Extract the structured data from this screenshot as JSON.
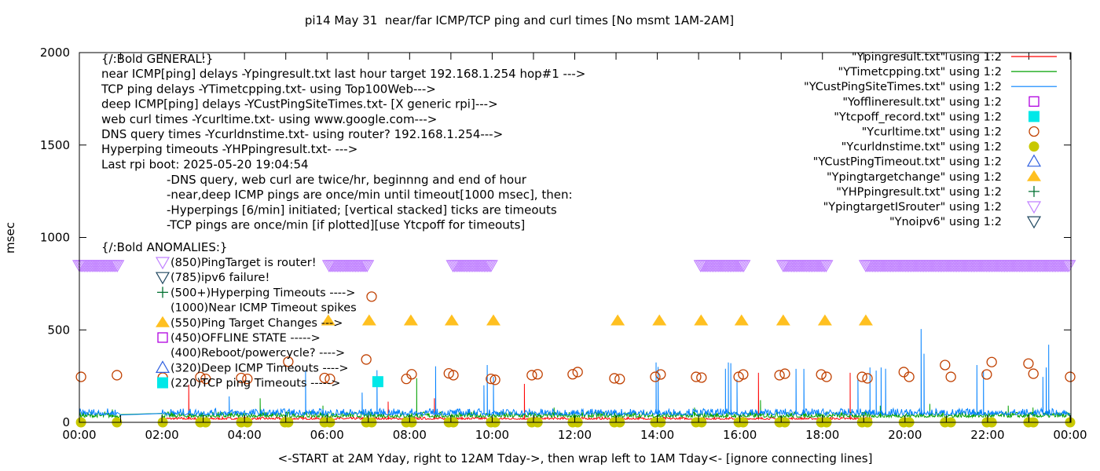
{
  "chart_data": {
    "type": "line",
    "title": "pi14 May 31  near/far ICMP/TCP ping and curl times [No msmt 1AM-2AM]",
    "xlabel": "<-START at 2AM Yday, right to 12AM Tday->, then wrap left to 1AM Tday<- [ignore connecting lines]",
    "ylabel": "msec",
    "xlim": [
      0,
      24
    ],
    "ylim": [
      0,
      2000
    ],
    "grid": false,
    "legend_position": "top-right",
    "x_tick_labels": [
      "00:00",
      "02:00",
      "04:00",
      "06:00",
      "08:00",
      "10:00",
      "12:00",
      "14:00",
      "16:00",
      "18:00",
      "20:00",
      "22:00",
      "00:00"
    ],
    "y_tick_labels": [
      "0",
      "500",
      "1000",
      "1500",
      "2000"
    ],
    "y_ticks": [
      0,
      500,
      1000,
      1500,
      2000
    ],
    "legend": [
      {
        "label": "\"Ypingresult.txt\" using 1:2",
        "kind": "line",
        "color": "#ff0000"
      },
      {
        "label": "\"YTimetcpping.txt\" using 1:2",
        "kind": "line",
        "color": "#00a000"
      },
      {
        "label": "\"YCustPingSiteTimes.txt\" using 1:2",
        "kind": "line",
        "color": "#0080ff"
      },
      {
        "label": "\"Yofflineresult.txt\" using 1:2",
        "kind": "open-square",
        "color": "#b000e0"
      },
      {
        "label": "\"Ytcpoff_record.txt\" using 1:2",
        "kind": "filled-square",
        "color": "#00e8e8"
      },
      {
        "label": "\"Ycurltime.txt\" using 1:2",
        "kind": "open-circle",
        "color": "#c04000"
      },
      {
        "label": "\"Ycurldnstime.txt\" using 1:2",
        "kind": "filled-circle",
        "color": "#c8c800"
      },
      {
        "label": "\"YCustPingTimeout.txt\" using 1:2",
        "kind": "open-triangle-up",
        "color": "#3060e0"
      },
      {
        "label": "\"Ypingtargetchange\" using 1:2",
        "kind": "filled-triangle-up",
        "color": "#ffc020"
      },
      {
        "label": "\"YHPpingresult.txt\" using 1:2",
        "kind": "plus",
        "color": "#007030"
      },
      {
        "label": "\"YpingtargetISrouter\" using 1:2",
        "kind": "open-triangle-down",
        "color": "#c080ff"
      },
      {
        "label": "\"Ynoipv6\" using 1:2",
        "kind": "open-triangle-down",
        "color": "#204860"
      }
    ],
    "series": [
      {
        "name": "Ypingresult.txt",
        "color": "#ff0000",
        "baseline": 18,
        "noise": 12,
        "range": [
          2,
          19.2
        ],
        "spikes": [
          [
            2.65,
            204
          ],
          [
            7.48,
            112
          ],
          [
            8.6,
            130
          ],
          [
            10.78,
            208
          ],
          [
            16.45,
            268
          ],
          [
            18.67,
            268
          ]
        ]
      },
      {
        "name": "YTimetcpping.txt",
        "color": "#00a000",
        "baseline": 32,
        "noise": 30,
        "range": [
          0,
          24
        ],
        "spikes": [
          [
            0.8,
            70
          ],
          [
            4.38,
            130
          ],
          [
            5.9,
            90
          ],
          [
            8.17,
            239
          ],
          [
            11.5,
            80
          ],
          [
            14.9,
            80
          ],
          [
            16.5,
            120
          ],
          [
            19.4,
            90
          ],
          [
            20.6,
            100
          ],
          [
            22.5,
            90
          ],
          [
            23.1,
            80
          ]
        ]
      },
      {
        "name": "YCustPingSiteTimes.txt",
        "color": "#0080ff",
        "baseline": 45,
        "noise": 35,
        "range": [
          0,
          24
        ],
        "spikes": [
          [
            3.63,
            140
          ],
          [
            5.48,
            282
          ],
          [
            6.85,
            161
          ],
          [
            7.21,
            282
          ],
          [
            8.63,
            303
          ],
          [
            9.8,
            200
          ],
          [
            9.88,
            310
          ],
          [
            10.03,
            246
          ],
          [
            13.97,
            324
          ],
          [
            14.02,
            300
          ],
          [
            15.65,
            290
          ],
          [
            15.72,
            324
          ],
          [
            15.78,
            320
          ],
          [
            15.93,
            233
          ],
          [
            17.36,
            289
          ],
          [
            17.55,
            289
          ],
          [
            18.86,
            239
          ],
          [
            19.15,
            297
          ],
          [
            19.3,
            280
          ],
          [
            19.42,
            297
          ],
          [
            19.53,
            290
          ],
          [
            20.39,
            505
          ],
          [
            20.46,
            371
          ],
          [
            21.74,
            310
          ],
          [
            21.9,
            276
          ],
          [
            23.34,
            246
          ],
          [
            23.42,
            297
          ],
          [
            23.48,
            420
          ]
        ]
      }
    ],
    "markers": {
      "Ycurltime": [
        [
          0.04,
          246
        ],
        [
          0.91,
          255
        ],
        [
          2.02,
          242
        ],
        [
          2.93,
          245
        ],
        [
          3.06,
          235
        ],
        [
          3.92,
          240
        ],
        [
          4.07,
          235
        ],
        [
          5.06,
          328
        ],
        [
          5.94,
          240
        ],
        [
          6.07,
          235
        ],
        [
          6.95,
          340
        ],
        [
          7.08,
          680
        ],
        [
          7.92,
          235
        ],
        [
          8.05,
          260
        ],
        [
          8.95,
          265
        ],
        [
          9.06,
          255
        ],
        [
          9.97,
          235
        ],
        [
          10.07,
          230
        ],
        [
          10.96,
          255
        ],
        [
          11.1,
          260
        ],
        [
          11.95,
          260
        ],
        [
          12.07,
          272
        ],
        [
          12.96,
          238
        ],
        [
          13.09,
          234
        ],
        [
          13.95,
          246
        ],
        [
          14.08,
          259
        ],
        [
          14.94,
          246
        ],
        [
          15.07,
          242
        ],
        [
          15.97,
          246
        ],
        [
          16.08,
          259
        ],
        [
          16.96,
          255
        ],
        [
          17.09,
          263
        ],
        [
          17.97,
          259
        ],
        [
          18.1,
          246
        ],
        [
          18.96,
          246
        ],
        [
          19.09,
          238
        ],
        [
          19.97,
          272
        ],
        [
          20.1,
          246
        ],
        [
          20.97,
          310
        ],
        [
          21.11,
          246
        ],
        [
          21.98,
          259
        ],
        [
          22.1,
          326
        ],
        [
          22.99,
          318
        ],
        [
          23.11,
          263
        ],
        [
          24.0,
          246
        ]
      ],
      "Ycurldnstime": [
        [
          0.04,
          0
        ],
        [
          0.91,
          0
        ],
        [
          2.02,
          0
        ],
        [
          2.93,
          0
        ],
        [
          3.06,
          0
        ],
        [
          3.92,
          0
        ],
        [
          4.07,
          0
        ],
        [
          4.98,
          0
        ],
        [
          5.06,
          0
        ],
        [
          5.94,
          0
        ],
        [
          6.07,
          0
        ],
        [
          6.95,
          0
        ],
        [
          7.08,
          0
        ],
        [
          7.92,
          0
        ],
        [
          8.05,
          0
        ],
        [
          8.95,
          0
        ],
        [
          9.06,
          0
        ],
        [
          9.97,
          0
        ],
        [
          10.07,
          0
        ],
        [
          10.96,
          0
        ],
        [
          11.1,
          0
        ],
        [
          11.95,
          0
        ],
        [
          12.07,
          0
        ],
        [
          12.96,
          0
        ],
        [
          13.09,
          0
        ],
        [
          13.95,
          0
        ],
        [
          14.08,
          0
        ],
        [
          14.94,
          0
        ],
        [
          15.07,
          0
        ],
        [
          15.97,
          0
        ],
        [
          16.08,
          0
        ],
        [
          16.96,
          0
        ],
        [
          17.09,
          0
        ],
        [
          17.97,
          0
        ],
        [
          18.1,
          0
        ],
        [
          18.96,
          0
        ],
        [
          19.09,
          0
        ],
        [
          19.97,
          0
        ],
        [
          20.1,
          0
        ],
        [
          20.97,
          0
        ],
        [
          21.11,
          0
        ],
        [
          21.98,
          0
        ],
        [
          22.1,
          0
        ],
        [
          22.99,
          0
        ],
        [
          23.11,
          0
        ],
        [
          24.0,
          0
        ]
      ],
      "Ytcpoff_record": [
        [
          7.23,
          220
        ]
      ],
      "Ypingtargetchange": [
        [
          6.03,
          550
        ],
        [
          7.02,
          550
        ],
        [
          8.03,
          550
        ],
        [
          9.02,
          550
        ],
        [
          10.03,
          550
        ],
        [
          13.04,
          550
        ],
        [
          14.05,
          550
        ],
        [
          15.06,
          550
        ],
        [
          16.04,
          550
        ],
        [
          17.05,
          550
        ],
        [
          18.06,
          550
        ],
        [
          19.05,
          550
        ]
      ],
      "YpingtargetISrouter_intervals": [
        [
          0,
          0.95,
          850
        ],
        [
          6.05,
          7.0,
          850
        ],
        [
          9.05,
          9.97,
          850
        ],
        [
          15.05,
          16.1,
          850
        ],
        [
          17.05,
          18.1,
          850
        ],
        [
          19.05,
          24,
          850
        ]
      ]
    }
  },
  "annotations": {
    "general": [
      "{/:Bold GENERAL:}",
      "near ICMP[ping] delays -Ypingresult.txt last hour target 192.168.1.254 hop#1 --->",
      "TCP ping delays -YTimetcpping.txt- using Top100Web--->",
      "deep ICMP[ping] delays -YCustPingSiteTimes.txt- [X generic rpi]--->",
      "web curl times -Ycurltime.txt- using www.google.com--->",
      "DNS query times -Ycurldnstime.txt- using router? 192.168.1.254--->",
      "Hyperping timeouts -YHPpingresult.txt- --->",
      "Last rpi boot: 2025-05-20 19:04:54"
    ],
    "notes": [
      "-DNS query, web curl are twice/hr, beginnng and end of hour",
      "-near,deep ICMP pings are once/min until timeout[1000 msec], then:",
      "  -Hyperpings [6/min] initiated; [vertical stacked] ticks are timeouts",
      "-TCP pings are once/min [if plotted][use Ytcpoff for timeouts]"
    ],
    "anomalies_heading": "{/:Bold ANOMALIES:}",
    "anomalies": [
      {
        "text": "(850)PingTarget is router!",
        "icon": "open-triangle-down",
        "color": "#c080ff"
      },
      {
        "text": "(785)ipv6 failure!",
        "icon": "open-triangle-down",
        "color": "#204860"
      },
      {
        "text": "(500+)Hyperping Timeouts ---->",
        "icon": "plus",
        "color": "#007030"
      },
      {
        "text": "(1000)Near ICMP Timeout spikes",
        "icon": "none",
        "color": ""
      },
      {
        "text": "(550)Ping Target Changes --->",
        "icon": "filled-triangle-up",
        "color": "#ffc020"
      },
      {
        "text": "(450)OFFLINE STATE ----->",
        "icon": "open-square",
        "color": "#b000e0"
      },
      {
        "text": "(400)Reboot/powercycle? ---->",
        "icon": "none",
        "color": ""
      },
      {
        "text": "(320)Deep ICMP Timeouts ---->",
        "icon": "open-triangle-up",
        "color": "#3060e0"
      },
      {
        "text": "(220)TCP ping Timeouts ----->",
        "icon": "filled-square",
        "color": "#00e8e8"
      }
    ]
  }
}
